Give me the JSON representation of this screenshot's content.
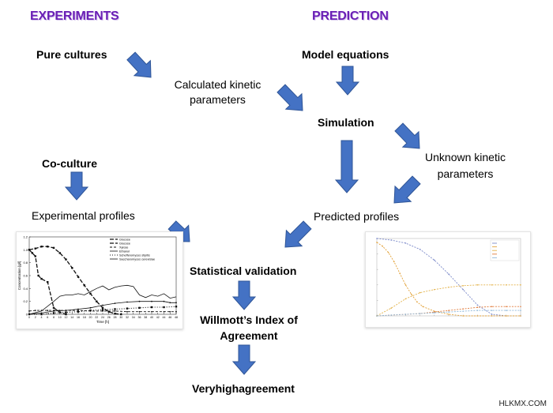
{
  "headers": {
    "experiments": "EXPERIMENTS",
    "prediction": "PREDICTION"
  },
  "nodes": {
    "pure_cultures": "Pure cultures",
    "kinetic_line1": "Calculated kinetic",
    "kinetic_line2": "parameters",
    "model_equations": "Model equations",
    "simulation": "Simulation",
    "unknown_line1": "Unknown kinetic",
    "unknown_line2": "parameters",
    "co_culture": "Co-culture",
    "experimental_profiles": "Experimental profiles",
    "predicted_profiles": "Predicted profiles",
    "statistical_validation": "Statistical validation",
    "willmott_line1": "Willmott’s Index of",
    "willmott_line2": "Agreement",
    "result": "Veryhighagreement"
  },
  "watermark": "HLKMX.COM",
  "colors": {
    "arrow": "#4472c4",
    "arrow_edge": "#2f5597",
    "header": "#6a1fb5"
  },
  "chart_data": [
    {
      "type": "line",
      "title": "",
      "xlabel": "Time [h]",
      "ylabel": "Concentration [g/l]",
      "ylim": [
        0,
        1.2
      ],
      "xlim": [
        0,
        48
      ],
      "y_ticks": [
        "0",
        "0.2",
        "0.4",
        "0.6",
        "0.8",
        "1.0",
        "1.2"
      ],
      "x_ticks": [
        "0",
        "2",
        "4",
        "6",
        "8",
        "10",
        "12",
        "14",
        "16",
        "18",
        "20",
        "22",
        "24",
        "26",
        "28",
        "30",
        "32",
        "34",
        "36",
        "38",
        "40",
        "42",
        "44",
        "46",
        "48"
      ],
      "legend_placement": "top-right",
      "series": [
        {
          "name": "Glucose",
          "x": [
            0,
            2,
            4,
            6,
            8,
            10,
            12,
            14,
            16,
            18,
            20,
            22,
            24,
            26,
            28,
            30
          ],
          "values": [
            1.0,
            1.02,
            1.05,
            1.05,
            1.03,
            0.95,
            0.85,
            0.72,
            0.58,
            0.45,
            0.32,
            0.2,
            0.1,
            0.04,
            0.01,
            0.0
          ]
        },
        {
          "name": "Glucose",
          "x": [
            0,
            1,
            2,
            3,
            4,
            6,
            8,
            10,
            12
          ],
          "values": [
            1.0,
            0.95,
            0.9,
            0.6,
            0.55,
            0.5,
            0.1,
            0.03,
            0.0
          ]
        },
        {
          "name": "Xylose",
          "x": [
            0,
            2,
            4,
            6,
            8,
            10,
            12,
            16,
            20,
            24,
            28,
            32,
            36,
            40,
            44,
            46,
            48
          ],
          "values": [
            0.05,
            0.06,
            0.06,
            0.06,
            0.06,
            0.06,
            0.06,
            0.06,
            0.05,
            0.05,
            0.05,
            0.04,
            0.04,
            0.04,
            0.04,
            0.04,
            0.04
          ]
        },
        {
          "name": "Ethanol",
          "x": [
            0,
            4,
            8,
            12,
            16,
            20,
            24,
            28,
            32,
            36,
            40,
            44,
            46,
            48
          ],
          "values": [
            0.0,
            0.02,
            0.05,
            0.06,
            0.08,
            0.1,
            0.14,
            0.17,
            0.19,
            0.2,
            0.2,
            0.2,
            0.18,
            0.18
          ]
        },
        {
          "name": "Schefferomyces stipitis",
          "x": [
            0,
            4,
            8,
            12,
            16,
            20,
            24,
            28,
            32,
            36,
            40,
            44,
            48
          ],
          "values": [
            0.0,
            0.0,
            0.02,
            0.03,
            0.04,
            0.06,
            0.07,
            0.08,
            0.09,
            0.1,
            0.11,
            0.11,
            0.12
          ]
        },
        {
          "name": "Saccharomyces cerevisiae",
          "x": [
            0,
            4,
            8,
            10,
            12,
            14,
            16,
            18,
            20,
            22,
            24,
            26,
            28,
            30,
            32,
            34,
            36,
            38,
            40,
            42,
            44,
            46,
            48
          ],
          "values": [
            0.0,
            0.05,
            0.2,
            0.28,
            0.3,
            0.3,
            0.32,
            0.3,
            0.35,
            0.4,
            0.44,
            0.38,
            0.42,
            0.44,
            0.45,
            0.43,
            0.3,
            0.26,
            0.3,
            0.28,
            0.32,
            0.25,
            0.27
          ]
        }
      ]
    },
    {
      "type": "line",
      "title": "",
      "xlabel": "",
      "ylabel": "",
      "xlim": [
        0,
        50
      ],
      "ylim": [
        0,
        1.0
      ],
      "legend_placement": "top-right",
      "series": [
        {
          "x": [
            0,
            5,
            10,
            15,
            20,
            25,
            30,
            35,
            40,
            45,
            50
          ],
          "values": [
            1.0,
            0.98,
            0.94,
            0.86,
            0.72,
            0.54,
            0.34,
            0.14,
            0.02,
            0.0,
            0.0
          ]
        },
        {
          "x": [
            0,
            2,
            4,
            6,
            8,
            10,
            12,
            14,
            16,
            20,
            25,
            30,
            35,
            40,
            45,
            50
          ],
          "values": [
            0.95,
            0.9,
            0.82,
            0.7,
            0.55,
            0.4,
            0.28,
            0.18,
            0.12,
            0.06,
            0.02,
            0.0,
            0.0,
            0.0,
            0.0,
            0.0
          ]
        },
        {
          "x": [
            0,
            5,
            10,
            15,
            20,
            25,
            30,
            35,
            40,
            45,
            50
          ],
          "values": [
            0.0,
            0.1,
            0.22,
            0.3,
            0.34,
            0.37,
            0.39,
            0.4,
            0.4,
            0.4,
            0.4
          ]
        },
        {
          "x": [
            0,
            5,
            10,
            15,
            20,
            25,
            30,
            35,
            40,
            45,
            50
          ],
          "values": [
            0.0,
            0.01,
            0.02,
            0.03,
            0.05,
            0.07,
            0.09,
            0.11,
            0.12,
            0.12,
            0.12
          ]
        },
        {
          "x": [
            0,
            5,
            10,
            15,
            20,
            25,
            30,
            35,
            40,
            45,
            50
          ],
          "values": [
            0.0,
            0.01,
            0.02,
            0.03,
            0.04,
            0.05,
            0.06,
            0.07,
            0.07,
            0.07,
            0.07
          ]
        }
      ]
    }
  ]
}
